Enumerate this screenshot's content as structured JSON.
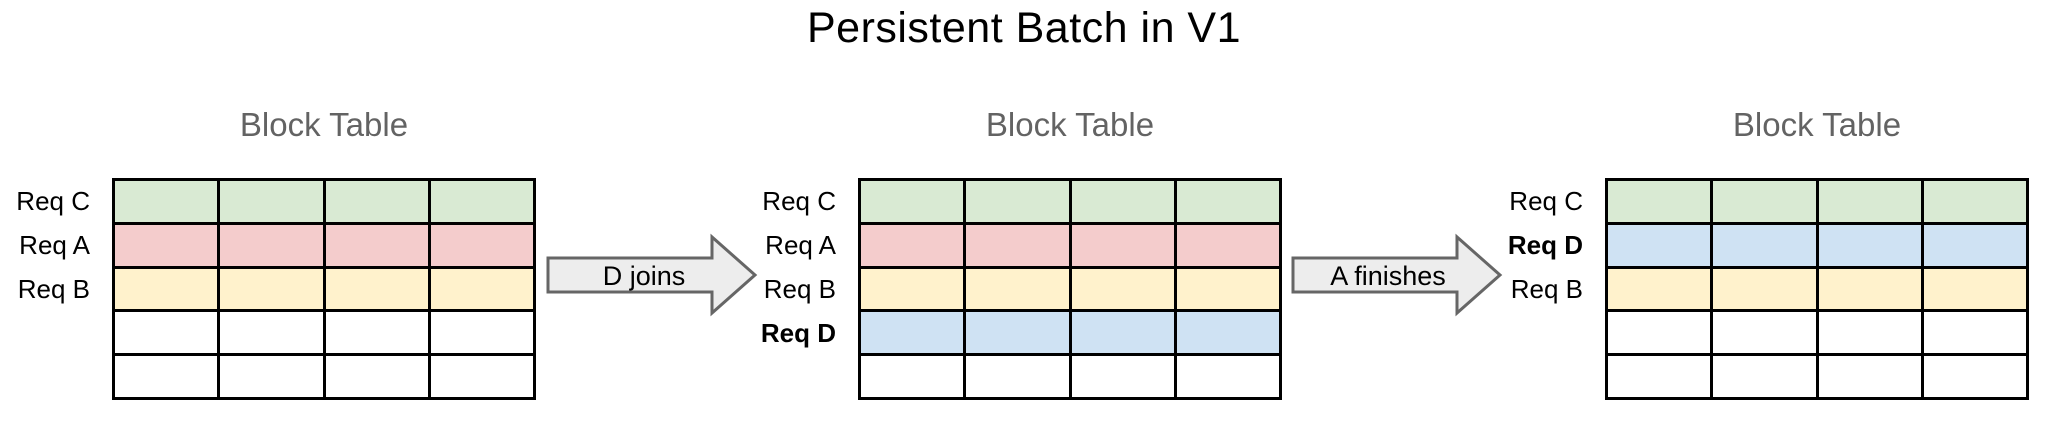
{
  "title": "Persistent Batch in V1",
  "colors": {
    "green": "#d9ead3",
    "red": "#f4cccc",
    "yellow": "#fff2cc",
    "blue": "#cfe2f3",
    "white": "#ffffff",
    "grid_line": "#000000",
    "heading_gray": "#636363",
    "arrow_fill": "#ededed",
    "arrow_stroke": "#666666"
  },
  "panels": [
    {
      "heading": "Block Table",
      "columns": 4,
      "rows": [
        {
          "label": "Req C",
          "bold": false,
          "color_key": "green"
        },
        {
          "label": "Req A",
          "bold": false,
          "color_key": "red"
        },
        {
          "label": "Req B",
          "bold": false,
          "color_key": "yellow"
        },
        {
          "label": "",
          "bold": false,
          "color_key": "white"
        },
        {
          "label": "",
          "bold": false,
          "color_key": "white"
        }
      ]
    },
    {
      "heading": "Block Table",
      "columns": 4,
      "rows": [
        {
          "label": "Req C",
          "bold": false,
          "color_key": "green"
        },
        {
          "label": "Req A",
          "bold": false,
          "color_key": "red"
        },
        {
          "label": "Req B",
          "bold": false,
          "color_key": "yellow"
        },
        {
          "label": "Req D",
          "bold": true,
          "color_key": "blue"
        },
        {
          "label": "",
          "bold": false,
          "color_key": "white"
        }
      ]
    },
    {
      "heading": "Block Table",
      "columns": 4,
      "rows": [
        {
          "label": "Req C",
          "bold": false,
          "color_key": "green"
        },
        {
          "label": "Req D",
          "bold": true,
          "color_key": "blue"
        },
        {
          "label": "Req B",
          "bold": false,
          "color_key": "yellow"
        },
        {
          "label": "",
          "bold": false,
          "color_key": "white"
        },
        {
          "label": "",
          "bold": false,
          "color_key": "white"
        }
      ]
    }
  ],
  "arrows": [
    {
      "label": "D joins"
    },
    {
      "label": "A finishes"
    }
  ]
}
